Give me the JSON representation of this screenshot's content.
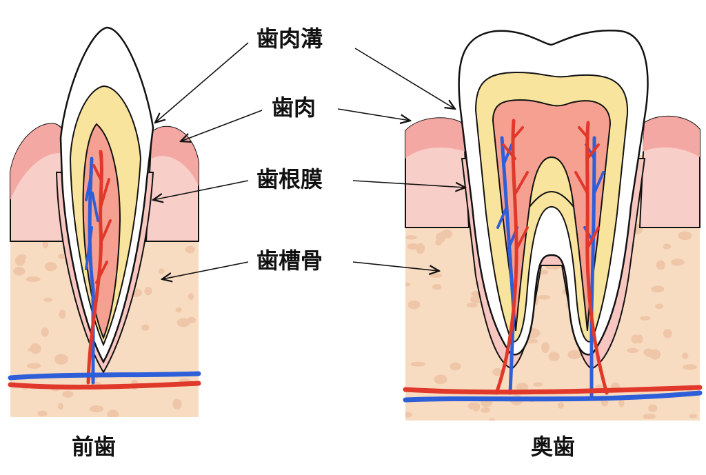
{
  "labels": {
    "gingival_sulcus": "歯肉溝",
    "gingiva": "歯肉",
    "periodontal_ligament": "歯根膜",
    "alveolar_bone": "歯槽骨"
  },
  "captions": {
    "front_tooth": "前歯",
    "back_tooth": "奥歯"
  },
  "colors": {
    "enamel": "#ffffff",
    "dentin": "#f8e49c",
    "pulp": "#f5a091",
    "gum": "#f4a8a4",
    "gum_light": "#f8cfc8",
    "bone": "#f7dcc2",
    "bone_spot": "#efc7a8",
    "artery": "#e0382a",
    "vein": "#2f5fd8",
    "nerve": "#f3ead0",
    "outline": "#111111"
  }
}
